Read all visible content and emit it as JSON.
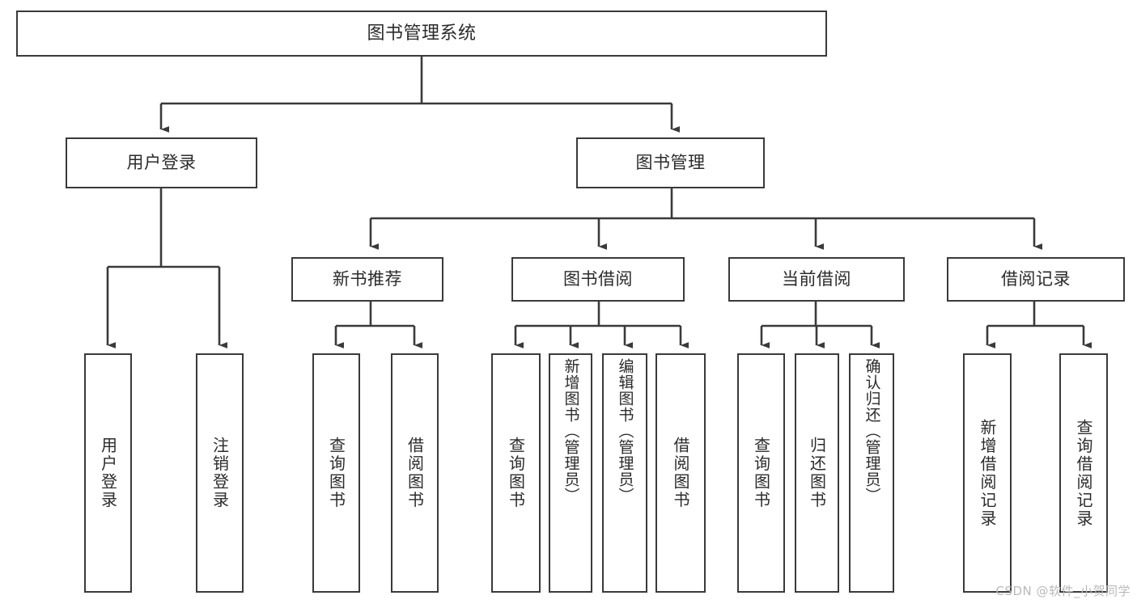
{
  "diagram": {
    "title": "图书管理系统",
    "type": "tree",
    "orientation": "top-down",
    "line_color": "#3a3a3a",
    "box_fill": "#ffffff",
    "text_color": "#2b2b2b",
    "watermark": "CSDN @软件_小贺同学",
    "nodes": {
      "root": {
        "label": "图书管理系统"
      },
      "level1": [
        {
          "id": "user-login",
          "label": "用户登录"
        },
        {
          "id": "book-manage",
          "label": "图书管理"
        }
      ],
      "level2": [
        {
          "id": "new-book-recommend",
          "label": "新书推荐",
          "parent": "book-manage"
        },
        {
          "id": "book-borrow",
          "label": "图书借阅",
          "parent": "book-manage"
        },
        {
          "id": "current-borrow",
          "label": "当前借阅",
          "parent": "book-manage"
        },
        {
          "id": "borrow-record",
          "label": "借阅记录",
          "parent": "book-manage"
        }
      ],
      "leaves": [
        {
          "id": "leaf-user-login",
          "label": "用户登录",
          "parent": "user-login"
        },
        {
          "id": "leaf-logout",
          "label": "注销登录",
          "parent": "user-login"
        },
        {
          "id": "leaf-query-book-1",
          "label": "查询图书",
          "parent": "new-book-recommend"
        },
        {
          "id": "leaf-borrow-book-1",
          "label": "借阅图书",
          "parent": "new-book-recommend"
        },
        {
          "id": "leaf-query-book-2",
          "label": "查询图书",
          "parent": "book-borrow"
        },
        {
          "id": "leaf-add-book",
          "label": "新增图书（管理员）",
          "parent": "book-borrow"
        },
        {
          "id": "leaf-edit-book",
          "label": "编辑图书（管理员）",
          "parent": "book-borrow"
        },
        {
          "id": "leaf-borrow-book-2",
          "label": "借阅图书",
          "parent": "book-borrow"
        },
        {
          "id": "leaf-query-book-3",
          "label": "查询图书",
          "parent": "current-borrow"
        },
        {
          "id": "leaf-return-book",
          "label": "归还图书",
          "parent": "current-borrow"
        },
        {
          "id": "leaf-confirm-return",
          "label": "确认归还（管理员）",
          "parent": "current-borrow"
        },
        {
          "id": "leaf-add-record",
          "label": "新增借阅记录",
          "parent": "borrow-record"
        },
        {
          "id": "leaf-query-record",
          "label": "查询借阅记录",
          "parent": "borrow-record"
        }
      ]
    }
  }
}
